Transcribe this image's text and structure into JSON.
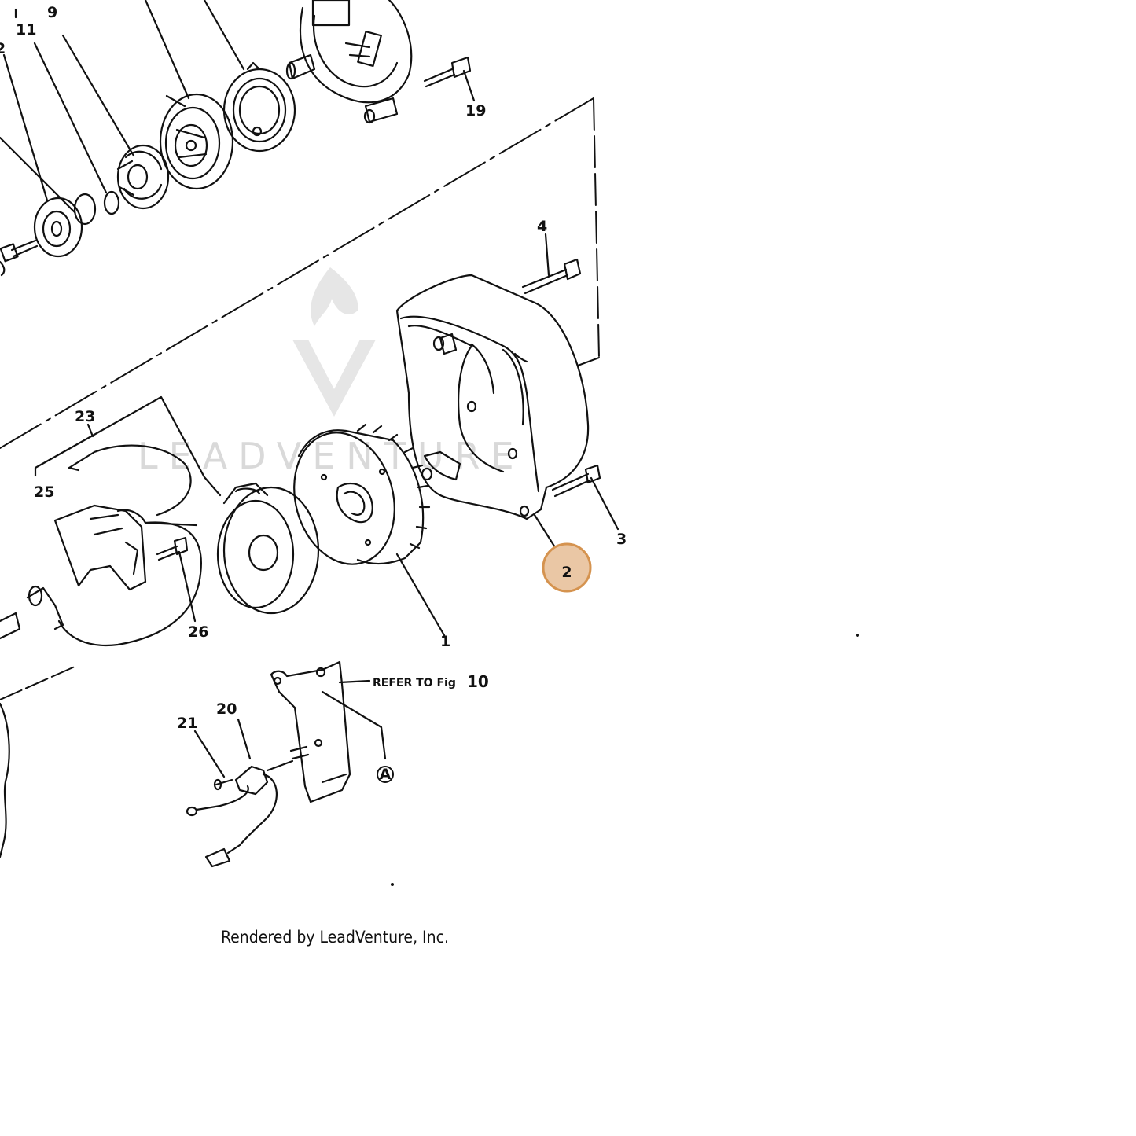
{
  "watermark": {
    "text": "LEADVENTURE",
    "icon": "flame-v-logo-icon"
  },
  "callouts": {
    "c1": "1",
    "c2": "2",
    "c3": "3",
    "c4": "4",
    "c9": "9",
    "c11": "11",
    "c12": "2",
    "c19": "19",
    "c20": "20",
    "c21": "21",
    "c23": "23",
    "c25": "25",
    "c26": "26"
  },
  "highlight": {
    "label": "2",
    "fill": "#eac7a5",
    "stroke": "#d5934f"
  },
  "reference": {
    "text": "REFER TO Fig",
    "number": "10",
    "marker": "A"
  },
  "footer": {
    "credit": "Rendered by LeadVenture, Inc."
  }
}
